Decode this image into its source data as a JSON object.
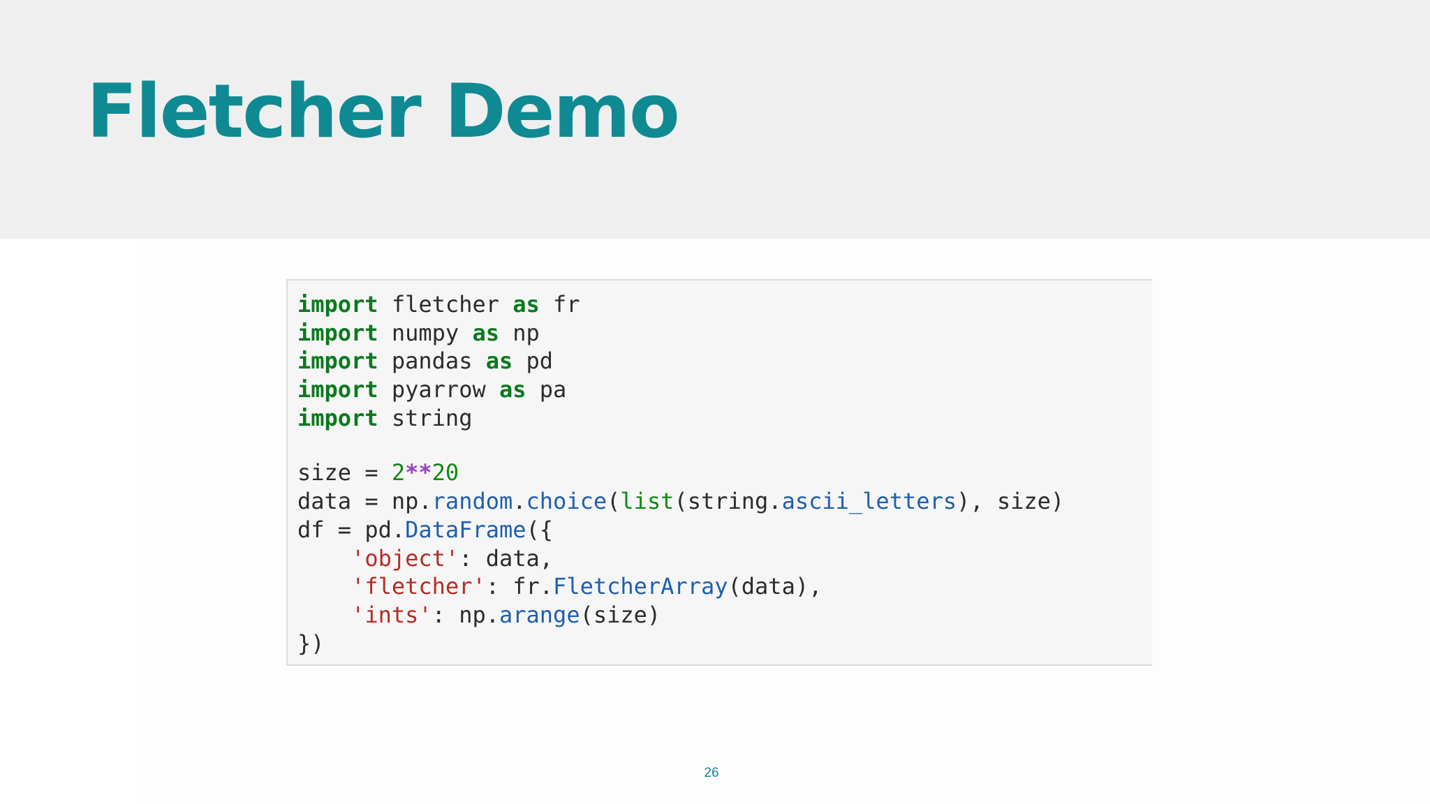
{
  "slide": {
    "title": "Fletcher Demo",
    "page_number": "26"
  },
  "colors": {
    "title": "#0f8a93",
    "header_background": "#efeff0",
    "code_background": "#f6f6f7",
    "keyword": "#0a7a1e",
    "string": "#b52c22",
    "attribute": "#1d5fae",
    "operator": "#a03cc8"
  },
  "code": {
    "language": "python",
    "block1": [
      [
        {
          "t": "k",
          "v": "import"
        },
        {
          "t": "p",
          "v": " fletcher "
        },
        {
          "t": "k",
          "v": "as"
        },
        {
          "t": "p",
          "v": " fr"
        }
      ],
      [
        {
          "t": "k",
          "v": "import"
        },
        {
          "t": "p",
          "v": " numpy "
        },
        {
          "t": "k",
          "v": "as"
        },
        {
          "t": "p",
          "v": " np"
        }
      ],
      [
        {
          "t": "k",
          "v": "import"
        },
        {
          "t": "p",
          "v": " pandas "
        },
        {
          "t": "k",
          "v": "as"
        },
        {
          "t": "p",
          "v": " pd"
        }
      ],
      [
        {
          "t": "k",
          "v": "import"
        },
        {
          "t": "p",
          "v": " pyarrow "
        },
        {
          "t": "k",
          "v": "as"
        },
        {
          "t": "p",
          "v": " pa"
        }
      ],
      [
        {
          "t": "k",
          "v": "import"
        },
        {
          "t": "p",
          "v": " string"
        }
      ]
    ],
    "block2": [
      [
        {
          "t": "p",
          "v": "size = "
        },
        {
          "t": "n",
          "v": "2"
        },
        {
          "t": "o",
          "v": "**"
        },
        {
          "t": "n",
          "v": "20"
        }
      ],
      [
        {
          "t": "p",
          "v": "data = np."
        },
        {
          "t": "a",
          "v": "random"
        },
        {
          "t": "p",
          "v": "."
        },
        {
          "t": "a",
          "v": "choice"
        },
        {
          "t": "p",
          "v": "("
        },
        {
          "t": "b",
          "v": "list"
        },
        {
          "t": "p",
          "v": "(string."
        },
        {
          "t": "a",
          "v": "ascii_letters"
        },
        {
          "t": "p",
          "v": "), size)"
        }
      ],
      [
        {
          "t": "p",
          "v": "df = pd."
        },
        {
          "t": "a",
          "v": "DataFrame"
        },
        {
          "t": "p",
          "v": "({"
        }
      ],
      [
        {
          "t": "p",
          "v": "    "
        },
        {
          "t": "s",
          "v": "'object'"
        },
        {
          "t": "p",
          "v": ": data,"
        }
      ],
      [
        {
          "t": "p",
          "v": "    "
        },
        {
          "t": "s",
          "v": "'fletcher'"
        },
        {
          "t": "p",
          "v": ": fr."
        },
        {
          "t": "a",
          "v": "FletcherArray"
        },
        {
          "t": "p",
          "v": "(data),"
        }
      ],
      [
        {
          "t": "p",
          "v": "    "
        },
        {
          "t": "s",
          "v": "'ints'"
        },
        {
          "t": "p",
          "v": ": np."
        },
        {
          "t": "a",
          "v": "arange"
        },
        {
          "t": "p",
          "v": "(size)"
        }
      ],
      [
        {
          "t": "p",
          "v": "})"
        }
      ]
    ]
  }
}
